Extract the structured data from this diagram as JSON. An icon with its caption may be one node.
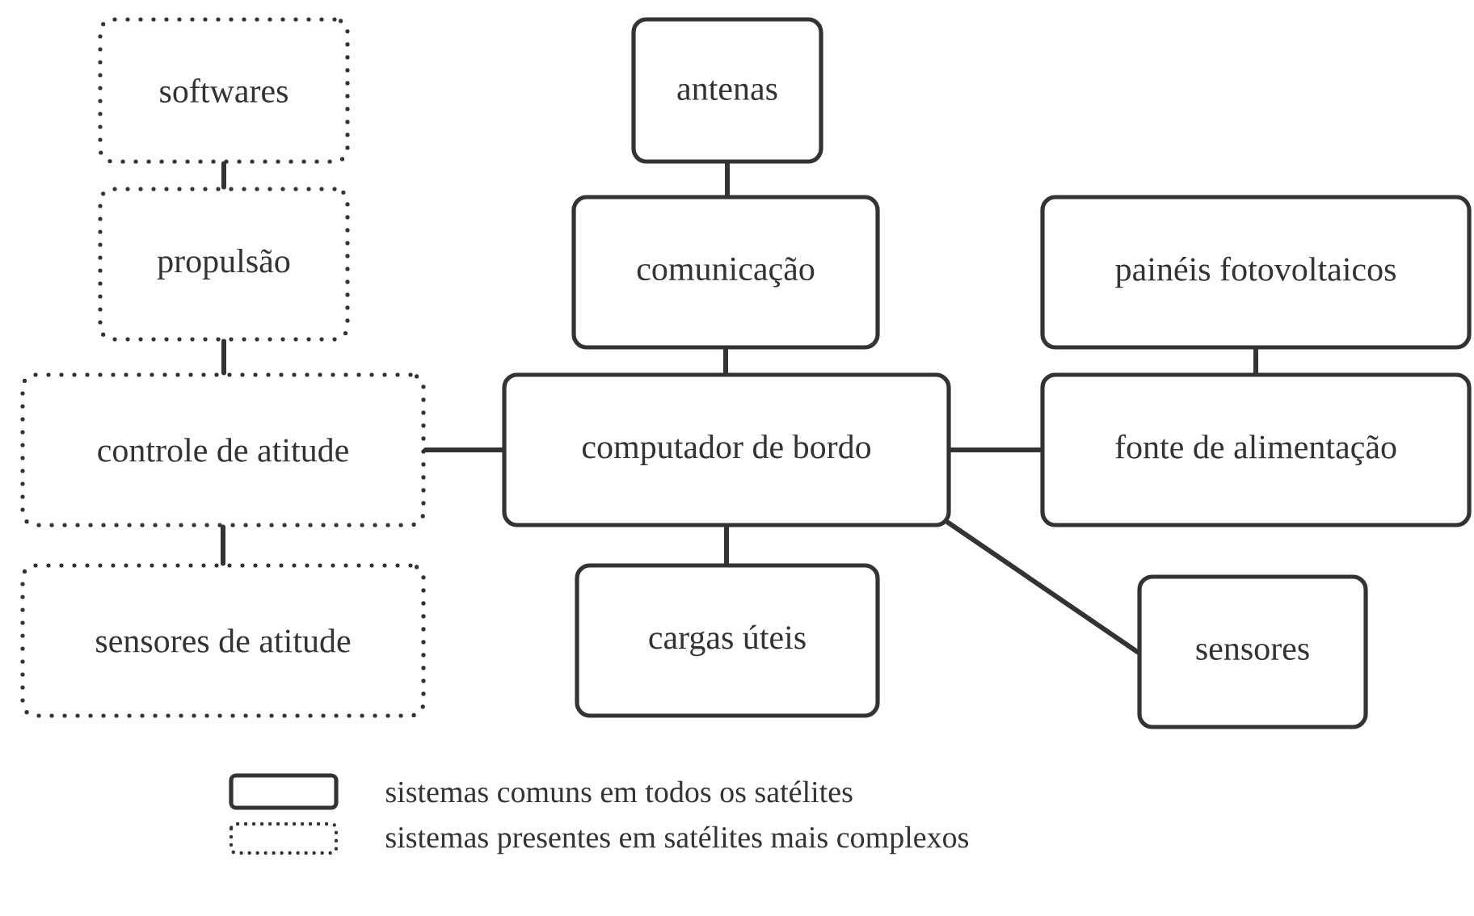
{
  "diagram": {
    "nodes": [
      {
        "text": [
          "softwares"
        ]
      },
      {
        "text": [
          "propulsão"
        ]
      },
      {
        "text": [
          "controle de atitude"
        ]
      },
      {
        "text": [
          "sensores de atitude"
        ]
      },
      {
        "text": [
          "antenas"
        ]
      },
      {
        "text": [
          "comunicação"
        ]
      },
      {
        "text": [
          "computador de bordo"
        ]
      },
      {
        "text": [
          "cargas úteis"
        ]
      },
      {
        "text": [
          "painéis fotovoltaicos"
        ]
      },
      {
        "text": [
          "fonte de alimentação"
        ]
      },
      {
        "text": [
          "sensores"
        ]
      }
    ],
    "edges": [
      {
        "from": 0,
        "to": 1,
        "arrow": "none"
      },
      {
        "from": 1,
        "to": 2,
        "arrow": "none"
      },
      {
        "from": 2,
        "to": 3,
        "arrow": "none"
      },
      {
        "from": 2,
        "to": 6,
        "arrow": "none"
      },
      {
        "from": 4,
        "to": 5,
        "arrow": "none"
      },
      {
        "from": 5,
        "to": 6,
        "arrow": "none"
      },
      {
        "from": 6,
        "to": 7,
        "arrow": "none"
      },
      {
        "from": 8,
        "to": 9,
        "arrow": "none"
      },
      {
        "from": 6,
        "to": 9,
        "arrow": "none"
      },
      {
        "from": 6,
        "to": 10,
        "arrow": "none"
      }
    ],
    "legend": [
      {
        "text": "sistemas comuns em todos os satélites"
      },
      {
        "text": "sistemas presentes em satélites mais complexos"
      }
    ]
  }
}
